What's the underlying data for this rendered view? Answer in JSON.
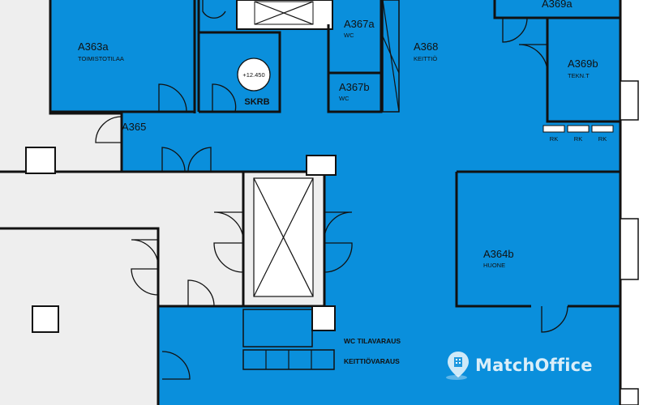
{
  "rooms": [
    {
      "code": "A363a",
      "name": "TOIMISTOTILAA"
    },
    {
      "code": "A367a",
      "name": "WC"
    },
    {
      "code": "A367b",
      "name": "WC"
    },
    {
      "code": "A368",
      "name": "KEITTIÖ"
    },
    {
      "code": "A369a",
      "name": ""
    },
    {
      "code": "A369b",
      "name": "TEKN.T"
    },
    {
      "code": "A365",
      "name": ""
    },
    {
      "code": "A364b",
      "name": "HUONE"
    }
  ],
  "annotations": {
    "elevation": "+12.450",
    "skrb": "SKRB",
    "rk": [
      "RK",
      "RK",
      "RK"
    ],
    "wc_reservation": "WC TILAVARAUS",
    "kitchen_reservation": "KEITTIÖVARAUS"
  },
  "watermark": {
    "brand": "MatchOffice",
    "icon": "map-pin-building-icon"
  },
  "colors": {
    "room_fill": "#0a8fdc",
    "corridor_fill": "#eeeeee",
    "wall": "#111111",
    "watermark": "#ffffff"
  }
}
